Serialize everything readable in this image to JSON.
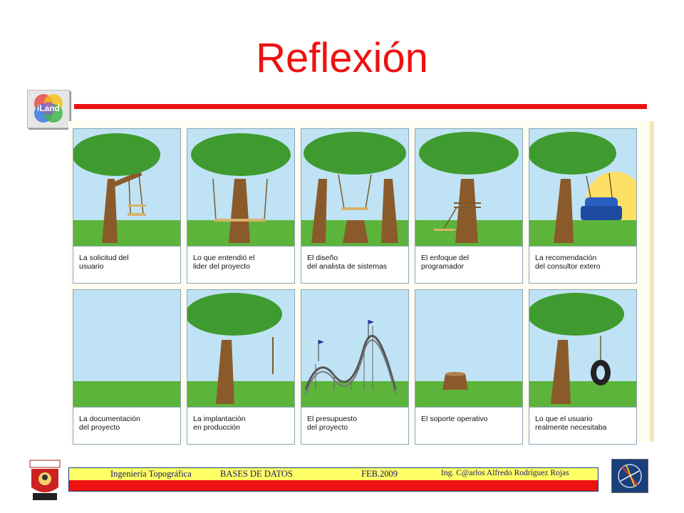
{
  "slide": {
    "title": "Reflexión",
    "logo_text": "iLand"
  },
  "comic": {
    "panels": [
      {
        "caption": "La solicitud del\nusuario"
      },
      {
        "caption": "Lo que entendió el\nlider del proyecto"
      },
      {
        "caption": "El diseño\ndel analista de sistemas"
      },
      {
        "caption": "El enfoque del\nprogramador"
      },
      {
        "caption": "La recomendación\ndel consultor extero"
      },
      {
        "caption": "La documentación\ndel proyecto"
      },
      {
        "caption": "La implantación\nen producción"
      },
      {
        "caption": "El presupuesto\ndel proyecto"
      },
      {
        "caption": "El soporte operativo"
      },
      {
        "caption": "Lo que el usuario\nrealmente necesitaba"
      }
    ]
  },
  "footer": {
    "course": "Ingeniería Topográfica",
    "subject": "BASES DE DATOS",
    "date": "FEB.2009",
    "author": "Ing. C@arlos Alfredo Rodríguez Rojas"
  },
  "colors": {
    "title": "#ee1111",
    "rule": "#ee1111",
    "sky": "#bfe3f4",
    "grass": "#5cb43a",
    "trunk": "#8b5a2b",
    "foliage": "#3f9b2f",
    "footer_yellow": "#ffff66",
    "footer_red": "#ee1111",
    "footer_text": "#1a1a66"
  }
}
